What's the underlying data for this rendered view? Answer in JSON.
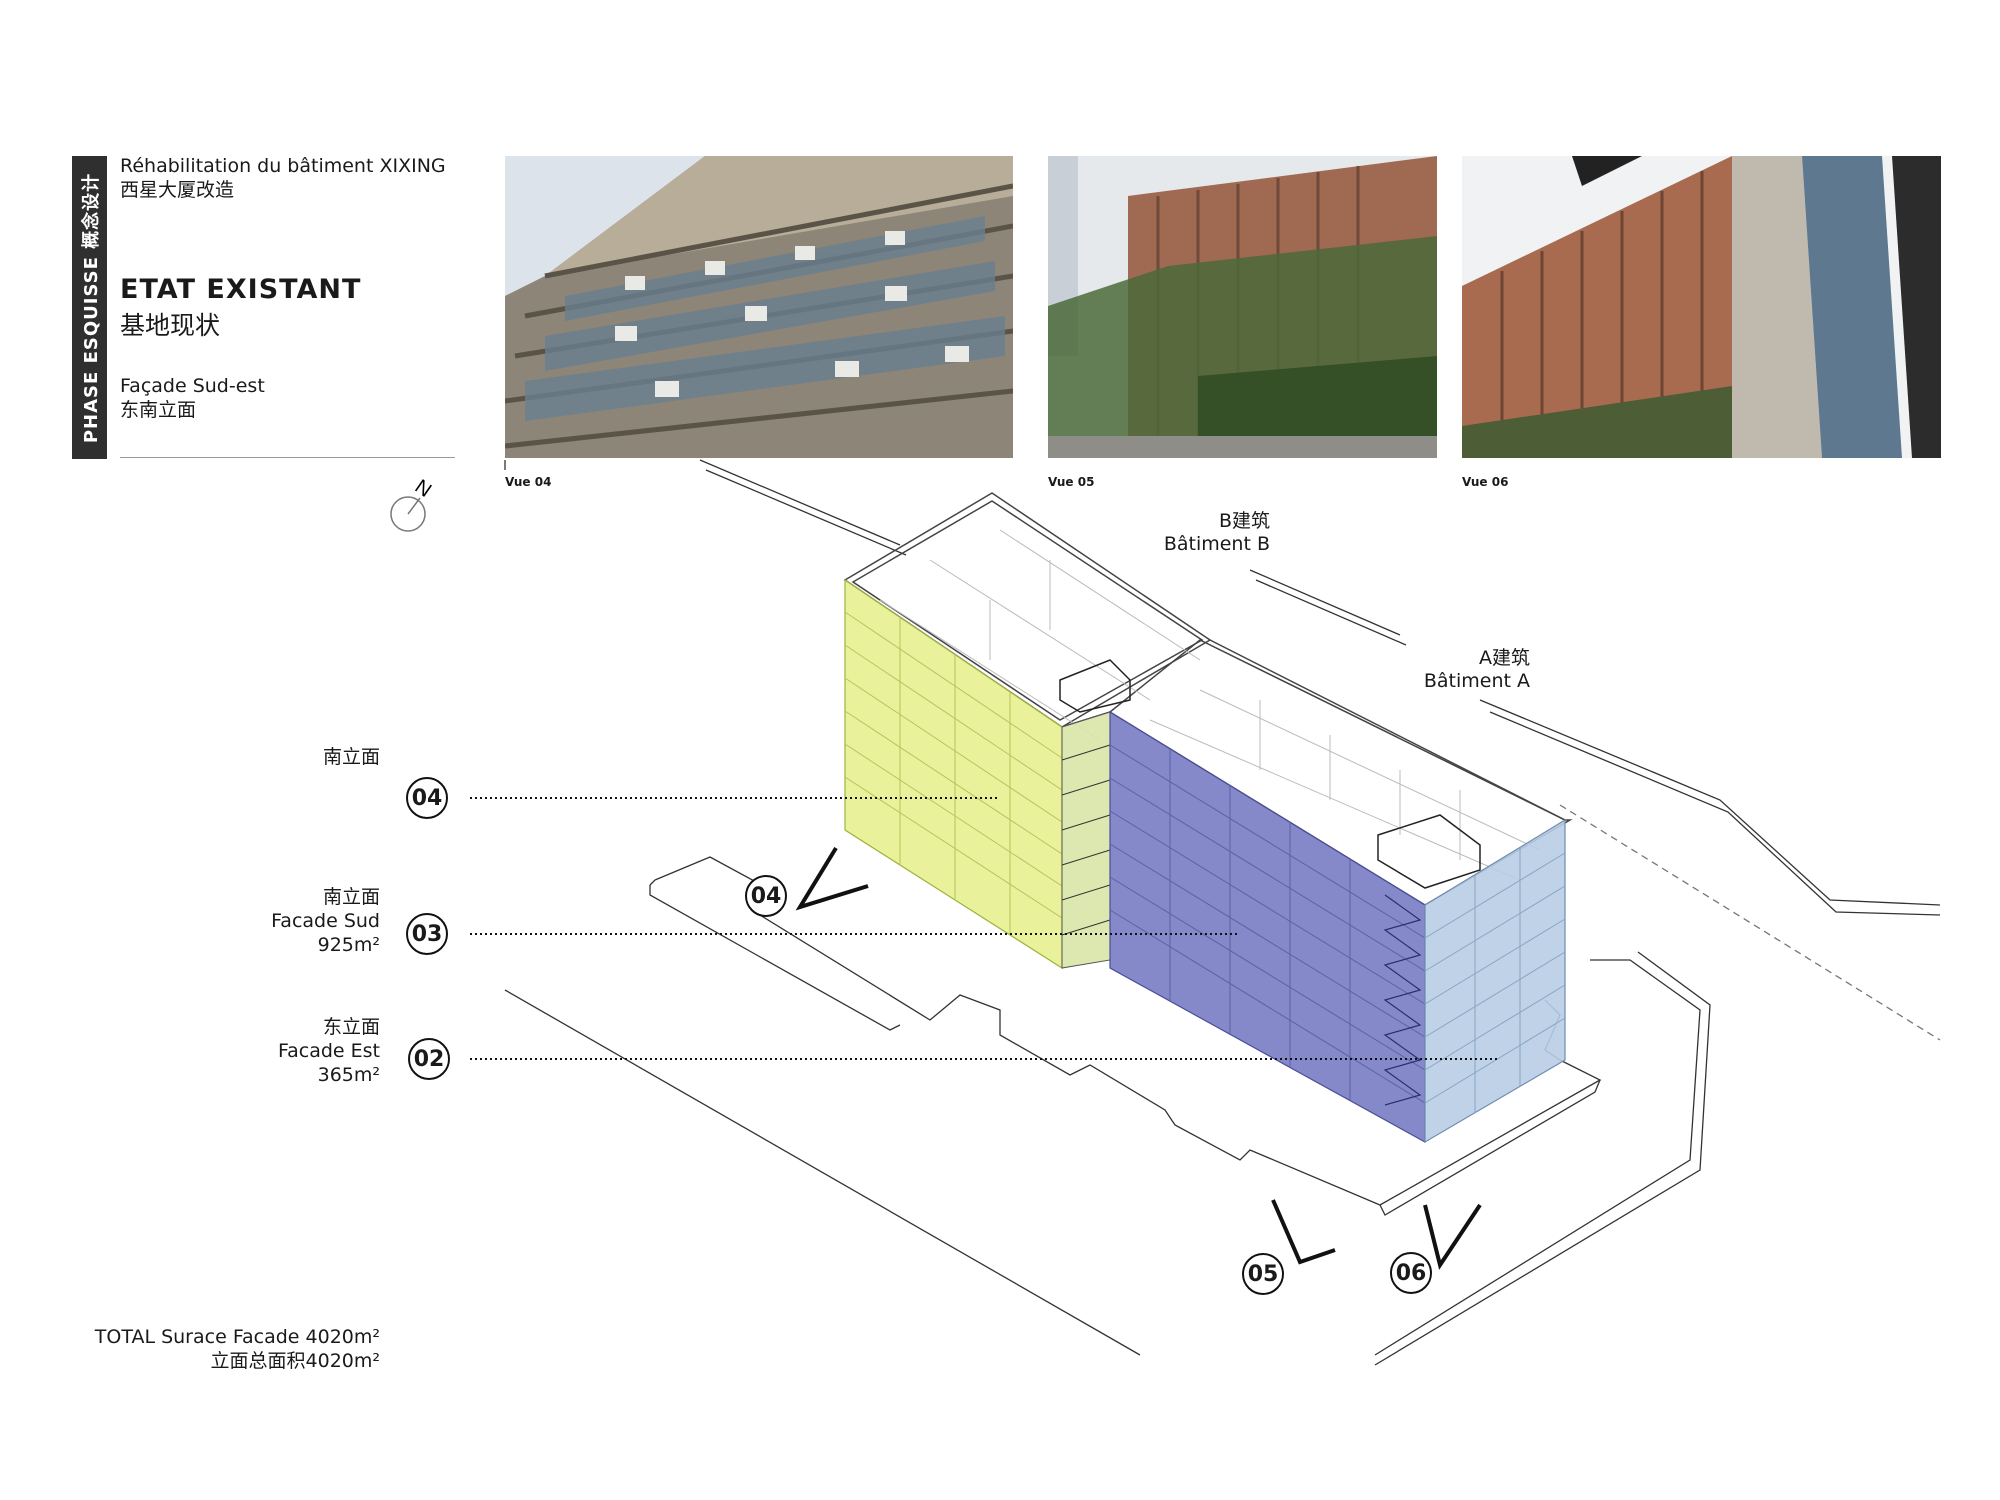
{
  "sidebar": {
    "phase_label": "PHASE  ESQUISSE  概念设计"
  },
  "header": {
    "project_fr": "Réhabilitation du bâtiment XIXING",
    "project_cn": "西星大厦改造",
    "title_fr": "ETAT EXISTANT",
    "title_cn": "基地现状",
    "facade_fr": "Façade Sud-est",
    "facade_cn": "东南立面"
  },
  "compass": {
    "north_label": "N"
  },
  "photos": [
    {
      "caption": "Vue 04"
    },
    {
      "caption": "Vue 05"
    },
    {
      "caption": "Vue 06"
    }
  ],
  "buildings": {
    "b": {
      "cn": "B建筑",
      "fr": "Bâtiment B"
    },
    "a": {
      "cn": "A建筑",
      "fr": "Bâtiment A"
    }
  },
  "legend": [
    {
      "cn": "南立面",
      "fr": "",
      "area": "",
      "number": "04"
    },
    {
      "cn": "南立面",
      "fr": "Facade Sud",
      "area": "925m²",
      "number": "03"
    },
    {
      "cn": "东立面",
      "fr": "Facade Est",
      "area": "365m²",
      "number": "02"
    }
  ],
  "viewpoints": [
    {
      "number": "04"
    },
    {
      "number": "05"
    },
    {
      "number": "06"
    }
  ],
  "total": {
    "fr": "TOTAL Surace Facade 4020m²",
    "cn": "立面总面积4020m²"
  },
  "colors": {
    "yellow_facade": "#e6ef8a",
    "blue_facade": "#7b7fc4",
    "lightblue_facade": "#b8cde4",
    "band": "#2f2f2f"
  }
}
